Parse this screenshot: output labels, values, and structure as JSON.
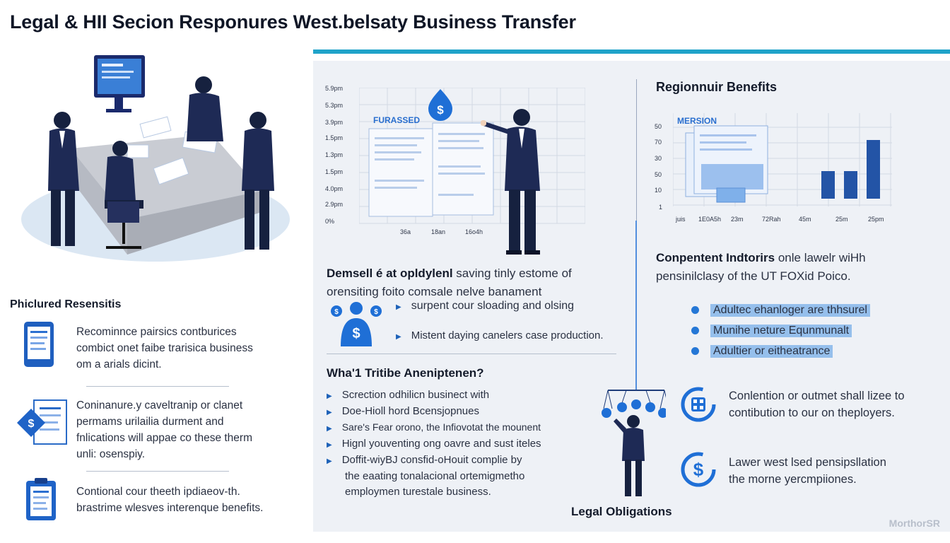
{
  "title": "Legal & HII Secion Responures West.belsaty Business Transfer",
  "left": {
    "section_heading": "Phiclured Resensitis",
    "items": [
      {
        "icon": "tablet-document-icon",
        "lines": [
          "Recominnce pairsics contburices",
          "combict onet faibe trarisica  business",
          "om a arials dicint."
        ]
      },
      {
        "icon": "document-diamond-icon",
        "lines": [
          "Coninanure.y caveltranip or clanet",
          "permams urilailia durment and",
          "fnlications will appae co these therm",
          "unli: osenspiy."
        ]
      },
      {
        "icon": "clipboard-icon",
        "lines": [
          "Contional cour theeth ipdiaeov-th.",
          "brastrime wlesves interenque benefits."
        ]
      }
    ]
  },
  "chart_left": {
    "y_labels": [
      "5.9pm",
      "5.3pm",
      "3.9pm",
      "1.5pm",
      "1.3pm",
      "1.5pm",
      "4.0pm",
      "2.9pm",
      "0%"
    ],
    "x_labels": [
      "36a",
      "18an",
      "16o4h"
    ],
    "doc_label": "FURASSED"
  },
  "middle": {
    "intro_lines": [
      "Demsell é at opldylenl saving tinly estome of",
      "orensiting foito comsale nelve banament"
    ],
    "intro_bold": "Demsell é at opldylenl",
    "intro_rest": " saving tinly estome of",
    "intro_line2": "orensiting foito comsale nelve banament",
    "bullets_a": [
      "surpent cour sloading and olsing",
      "Mistent daying canelers case production."
    ],
    "question": "Wha'1 Tritibe Aneniptenen?",
    "bullets_b": [
      "Screction odhilicn businect with",
      "Doe-Hioll hord Bcensjopnues",
      "Sare's Fear orono, the Infiovotat the mounent",
      "Hignl youventing ong oavre and sust iteles",
      "Doffit-wiyBJ consfid-o­Houit complie by"
    ],
    "bullet_b5_cont": [
      "the eaating tonalacional ortemigmetho",
      "employmen turestale business."
    ]
  },
  "right": {
    "heading": "Regionnuir Benefits",
    "chart": {
      "y_labels": [
        "50",
        "70",
        "30",
        "50",
        "10",
        "1"
      ],
      "x_labels": [
        "juis",
        "1E0A5h",
        "23m",
        "72Rah",
        "45m",
        "25m",
        "25pm"
      ],
      "doc_label": "MERSION"
    },
    "component_heading": "Conpentent Indtorirs",
    "component_rest": " onle lawelr wiHh",
    "component_line2": "pensinilclasy of the UT FOXid Poico.",
    "highlights": [
      "Adultec ehanloger are thhsurel",
      "Munihe neture Equnmunalt",
      "Adultier or eitheatrance"
    ],
    "features": [
      {
        "icon": "building-gear-icon",
        "lines": [
          "Conlention or outmet shall lizee to",
          "contibution to our on theployers."
        ]
      },
      {
        "icon": "dollar-cycle-icon",
        "lines": [
          "Lawer west lsed pensipsllation",
          "the morne yercmpiiones."
        ]
      }
    ],
    "legal_label": "Legal Obligations"
  },
  "watermark": "MorthorSR"
}
